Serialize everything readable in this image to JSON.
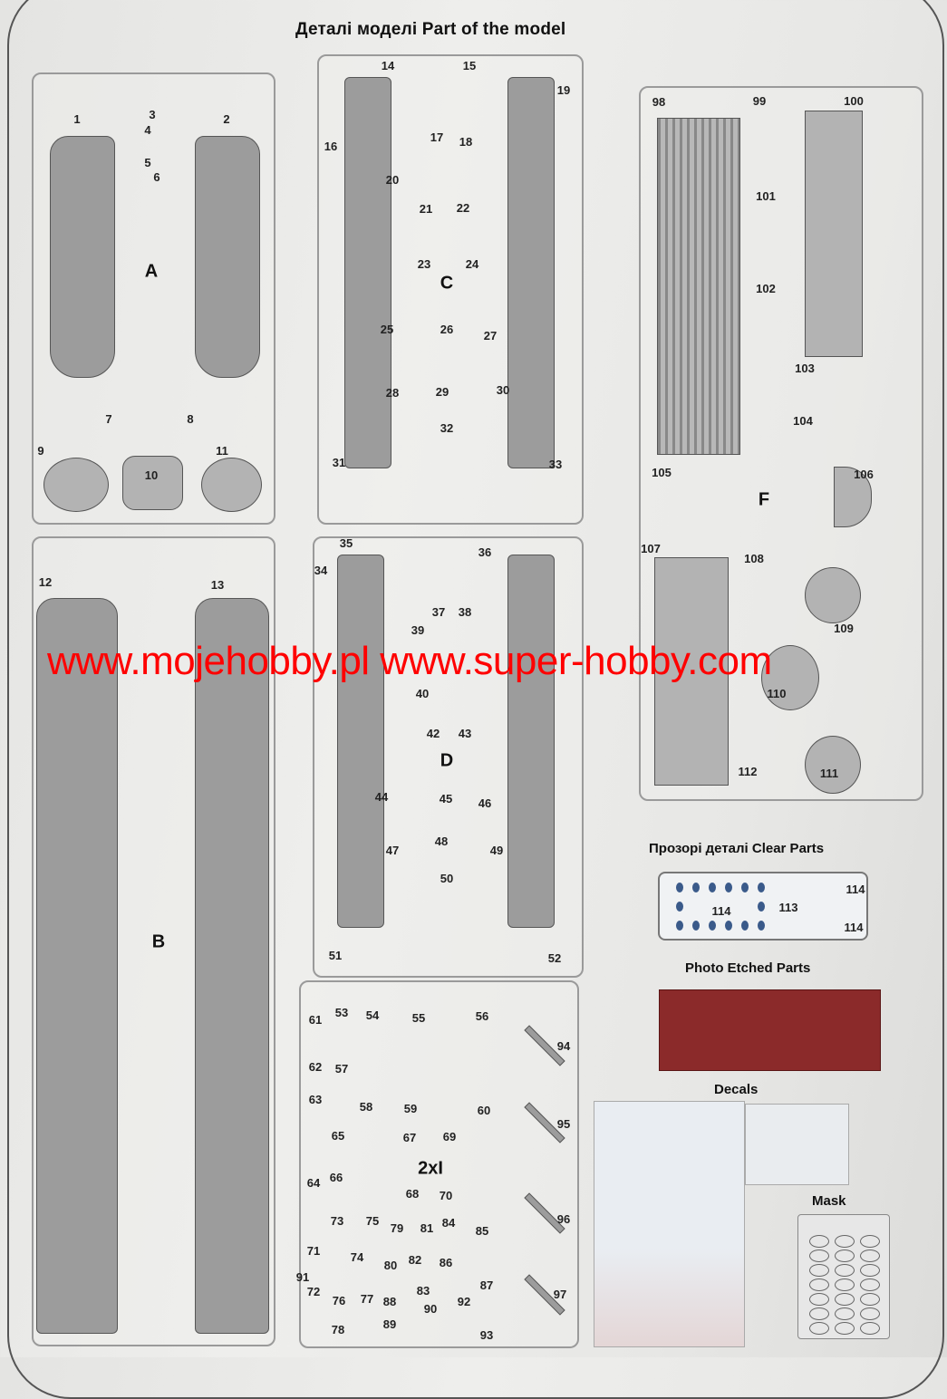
{
  "header": {
    "title": "Деталі моделі   Part of the model"
  },
  "sprues": {
    "A": {
      "letter": "A",
      "parts": [
        "1",
        "2",
        "3",
        "4",
        "5",
        "6",
        "7",
        "8",
        "9",
        "10",
        "11"
      ]
    },
    "B": {
      "letter": "B",
      "parts": [
        "12",
        "13"
      ]
    },
    "C": {
      "letter": "C",
      "parts": [
        "14",
        "15",
        "16",
        "17",
        "18",
        "19",
        "20",
        "21",
        "22",
        "23",
        "24",
        "25",
        "26",
        "27",
        "28",
        "29",
        "30",
        "31",
        "32",
        "33"
      ]
    },
    "D": {
      "letter": "D",
      "parts": [
        "34",
        "35",
        "36",
        "37",
        "38",
        "39",
        "40",
        "42",
        "43",
        "44",
        "45",
        "46",
        "47",
        "48",
        "49",
        "50",
        "51",
        "52"
      ]
    },
    "E": {
      "letter": "2xI",
      "parts": [
        "53",
        "54",
        "55",
        "56",
        "57",
        "58",
        "59",
        "60",
        "61",
        "62",
        "63",
        "64",
        "65",
        "66",
        "67",
        "68",
        "69",
        "70",
        "71",
        "72",
        "73",
        "74",
        "75",
        "76",
        "77",
        "78",
        "79",
        "80",
        "81",
        "82",
        "83",
        "84",
        "85",
        "86",
        "87",
        "88",
        "89",
        "90",
        "91",
        "92",
        "93",
        "94",
        "95",
        "96",
        "97"
      ]
    },
    "F": {
      "letter": "F",
      "parts": [
        "98",
        "99",
        "100",
        "101",
        "102",
        "103",
        "104",
        "105",
        "106",
        "107",
        "108",
        "109",
        "110",
        "111",
        "112"
      ]
    }
  },
  "clear_parts": {
    "title": "Прозорі деталі Clear Parts",
    "parts": [
      "114",
      "113",
      "114",
      "114"
    ]
  },
  "photo_etched": {
    "title": "Photo Etched Parts"
  },
  "decals": {
    "title": "Decals"
  },
  "mask": {
    "title": "Mask"
  },
  "watermark": {
    "text": "www.mojehobby.pl www.super-hobby.com",
    "color": "#ff0000"
  }
}
